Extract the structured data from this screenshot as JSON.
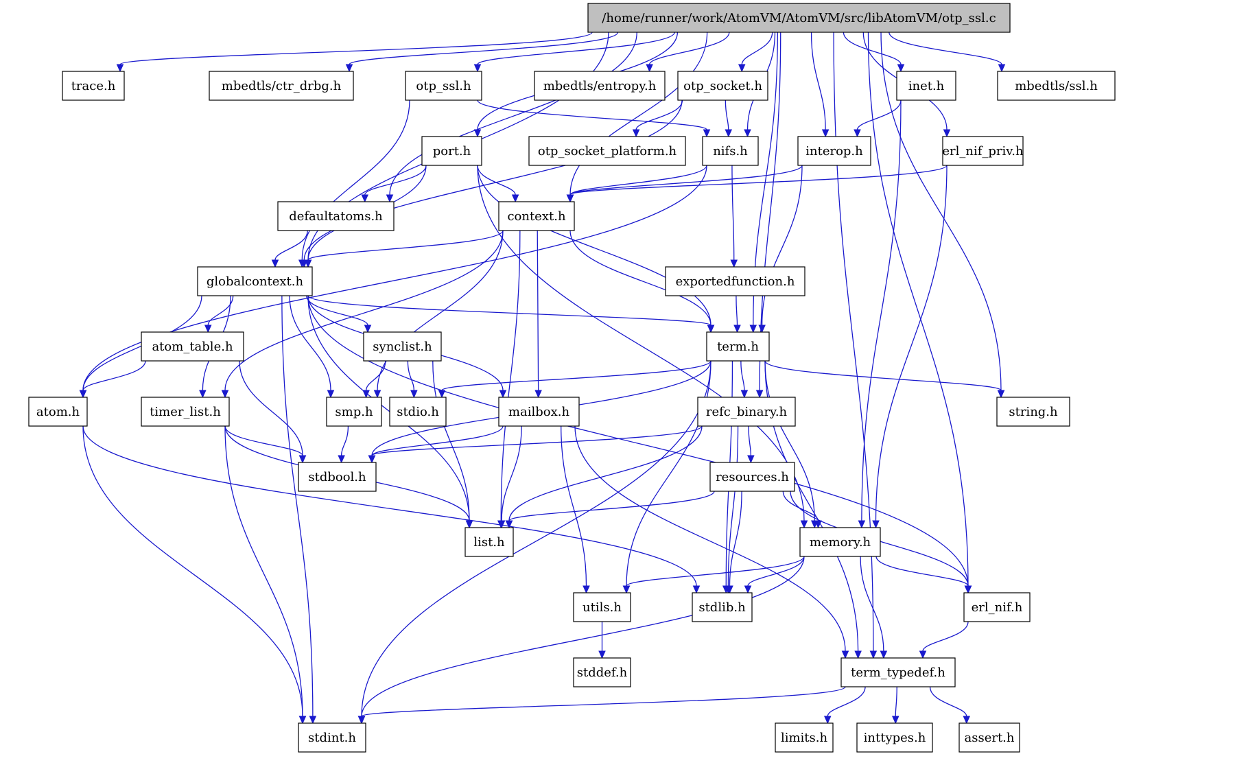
{
  "graph": {
    "root": "/home/runner/work/AtomVM/AtomVM/src/libAtomVM/otp_ssl.c",
    "nodes": [
      {
        "id": "root",
        "label": "/home/runner/work/AtomVM/AtomVM/src/libAtomVM/otp_ssl.c"
      },
      {
        "id": "trace",
        "label": "trace.h"
      },
      {
        "id": "ctr_drbg",
        "label": "mbedtls/ctr_drbg.h"
      },
      {
        "id": "otp_ssl_h",
        "label": "otp_ssl.h"
      },
      {
        "id": "entropy",
        "label": "mbedtls/entropy.h"
      },
      {
        "id": "otp_socket",
        "label": "otp_socket.h"
      },
      {
        "id": "inet",
        "label": "inet.h"
      },
      {
        "id": "mbedtls_ssl",
        "label": "mbedtls/ssl.h"
      },
      {
        "id": "port",
        "label": "port.h"
      },
      {
        "id": "otp_socket_platform",
        "label": "otp_socket_platform.h"
      },
      {
        "id": "nifs",
        "label": "nifs.h"
      },
      {
        "id": "interop",
        "label": "interop.h"
      },
      {
        "id": "erl_nif_priv",
        "label": "erl_nif_priv.h"
      },
      {
        "id": "defaultatoms",
        "label": "defaultatoms.h"
      },
      {
        "id": "context",
        "label": "context.h"
      },
      {
        "id": "globalcontext",
        "label": "globalcontext.h"
      },
      {
        "id": "exportedfunction",
        "label": "exportedfunction.h"
      },
      {
        "id": "atom_table",
        "label": "atom_table.h"
      },
      {
        "id": "synclist",
        "label": "synclist.h"
      },
      {
        "id": "term",
        "label": "term.h"
      },
      {
        "id": "atom",
        "label": "atom.h"
      },
      {
        "id": "timer_list",
        "label": "timer_list.h"
      },
      {
        "id": "smp",
        "label": "smp.h"
      },
      {
        "id": "stdio",
        "label": "stdio.h"
      },
      {
        "id": "mailbox",
        "label": "mailbox.h"
      },
      {
        "id": "refc_binary",
        "label": "refc_binary.h"
      },
      {
        "id": "string",
        "label": "string.h"
      },
      {
        "id": "stdbool",
        "label": "stdbool.h"
      },
      {
        "id": "resources",
        "label": "resources.h"
      },
      {
        "id": "list",
        "label": "list.h"
      },
      {
        "id": "memory",
        "label": "memory.h"
      },
      {
        "id": "utils",
        "label": "utils.h"
      },
      {
        "id": "stdlib",
        "label": "stdlib.h"
      },
      {
        "id": "erl_nif",
        "label": "erl_nif.h"
      },
      {
        "id": "stddef",
        "label": "stddef.h"
      },
      {
        "id": "term_typedef",
        "label": "term_typedef.h"
      },
      {
        "id": "stdint",
        "label": "stdint.h"
      },
      {
        "id": "limits",
        "label": "limits.h"
      },
      {
        "id": "inttypes",
        "label": "inttypes.h"
      },
      {
        "id": "assert",
        "label": "assert.h"
      }
    ],
    "edges": [
      [
        "root",
        "trace"
      ],
      [
        "root",
        "ctr_drbg"
      ],
      [
        "root",
        "otp_ssl_h"
      ],
      [
        "root",
        "entropy"
      ],
      [
        "root",
        "otp_socket"
      ],
      [
        "root",
        "inet"
      ],
      [
        "root",
        "mbedtls_ssl"
      ],
      [
        "root",
        "port"
      ],
      [
        "root",
        "nifs"
      ],
      [
        "root",
        "interop"
      ],
      [
        "root",
        "erl_nif_priv"
      ],
      [
        "root",
        "defaultatoms"
      ],
      [
        "root",
        "context"
      ],
      [
        "root",
        "globalcontext"
      ],
      [
        "root",
        "term"
      ],
      [
        "root",
        "refc_binary"
      ],
      [
        "root",
        "string"
      ],
      [
        "root",
        "erl_nif"
      ],
      [
        "root",
        "term_typedef"
      ],
      [
        "otp_ssl_h",
        "nifs"
      ],
      [
        "otp_ssl_h",
        "globalcontext"
      ],
      [
        "otp_socket",
        "otp_socket_platform"
      ],
      [
        "otp_socket",
        "nifs"
      ],
      [
        "otp_socket",
        "globalcontext"
      ],
      [
        "inet",
        "interop"
      ],
      [
        "inet",
        "memory"
      ],
      [
        "port",
        "defaultatoms"
      ],
      [
        "port",
        "context"
      ],
      [
        "port",
        "globalcontext"
      ],
      [
        "port",
        "term"
      ],
      [
        "port",
        "memory"
      ],
      [
        "nifs",
        "context"
      ],
      [
        "nifs",
        "exportedfunction"
      ],
      [
        "nifs",
        "atom"
      ],
      [
        "interop",
        "context"
      ],
      [
        "interop",
        "term"
      ],
      [
        "erl_nif_priv",
        "context"
      ],
      [
        "erl_nif_priv",
        "memory"
      ],
      [
        "defaultatoms",
        "globalcontext"
      ],
      [
        "context",
        "globalcontext"
      ],
      [
        "context",
        "timer_list"
      ],
      [
        "context",
        "smp"
      ],
      [
        "context",
        "mailbox"
      ],
      [
        "context",
        "term"
      ],
      [
        "context",
        "list"
      ],
      [
        "exportedfunction",
        "term"
      ],
      [
        "globalcontext",
        "atom_table"
      ],
      [
        "globalcontext",
        "synclist"
      ],
      [
        "globalcontext",
        "term"
      ],
      [
        "globalcontext",
        "atom"
      ],
      [
        "globalcontext",
        "timer_list"
      ],
      [
        "globalcontext",
        "smp"
      ],
      [
        "globalcontext",
        "mailbox"
      ],
      [
        "globalcontext",
        "list"
      ],
      [
        "globalcontext",
        "erl_nif"
      ],
      [
        "globalcontext",
        "stdint"
      ],
      [
        "atom_table",
        "atom"
      ],
      [
        "atom_table",
        "stdbool"
      ],
      [
        "synclist",
        "smp"
      ],
      [
        "synclist",
        "stdio"
      ],
      [
        "synclist",
        "list"
      ],
      [
        "term",
        "stdio"
      ],
      [
        "term",
        "refc_binary"
      ],
      [
        "term",
        "string"
      ],
      [
        "term",
        "stdbool"
      ],
      [
        "term",
        "memory"
      ],
      [
        "term",
        "utils"
      ],
      [
        "term",
        "stdlib"
      ],
      [
        "term",
        "term_typedef"
      ],
      [
        "term",
        "stdint"
      ],
      [
        "atom",
        "stdlib"
      ],
      [
        "atom",
        "stdint"
      ],
      [
        "timer_list",
        "stdbool"
      ],
      [
        "timer_list",
        "list"
      ],
      [
        "timer_list",
        "stdint"
      ],
      [
        "smp",
        "stdbool"
      ],
      [
        "mailbox",
        "stdbool"
      ],
      [
        "mailbox",
        "list"
      ],
      [
        "mailbox",
        "utils"
      ],
      [
        "mailbox",
        "term_typedef"
      ],
      [
        "refc_binary",
        "resources"
      ],
      [
        "refc_binary",
        "stdbool"
      ],
      [
        "refc_binary",
        "list"
      ],
      [
        "refc_binary",
        "stdlib"
      ],
      [
        "resources",
        "list"
      ],
      [
        "resources",
        "memory"
      ],
      [
        "resources",
        "stdlib"
      ],
      [
        "resources",
        "erl_nif"
      ],
      [
        "memory",
        "utils"
      ],
      [
        "memory",
        "stdlib"
      ],
      [
        "memory",
        "erl_nif"
      ],
      [
        "memory",
        "term_typedef"
      ],
      [
        "memory",
        "stdint"
      ],
      [
        "utils",
        "stddef"
      ],
      [
        "erl_nif",
        "term_typedef"
      ],
      [
        "term_typedef",
        "stdint"
      ],
      [
        "term_typedef",
        "limits"
      ],
      [
        "term_typedef",
        "inttypes"
      ],
      [
        "term_typedef",
        "assert"
      ]
    ]
  }
}
